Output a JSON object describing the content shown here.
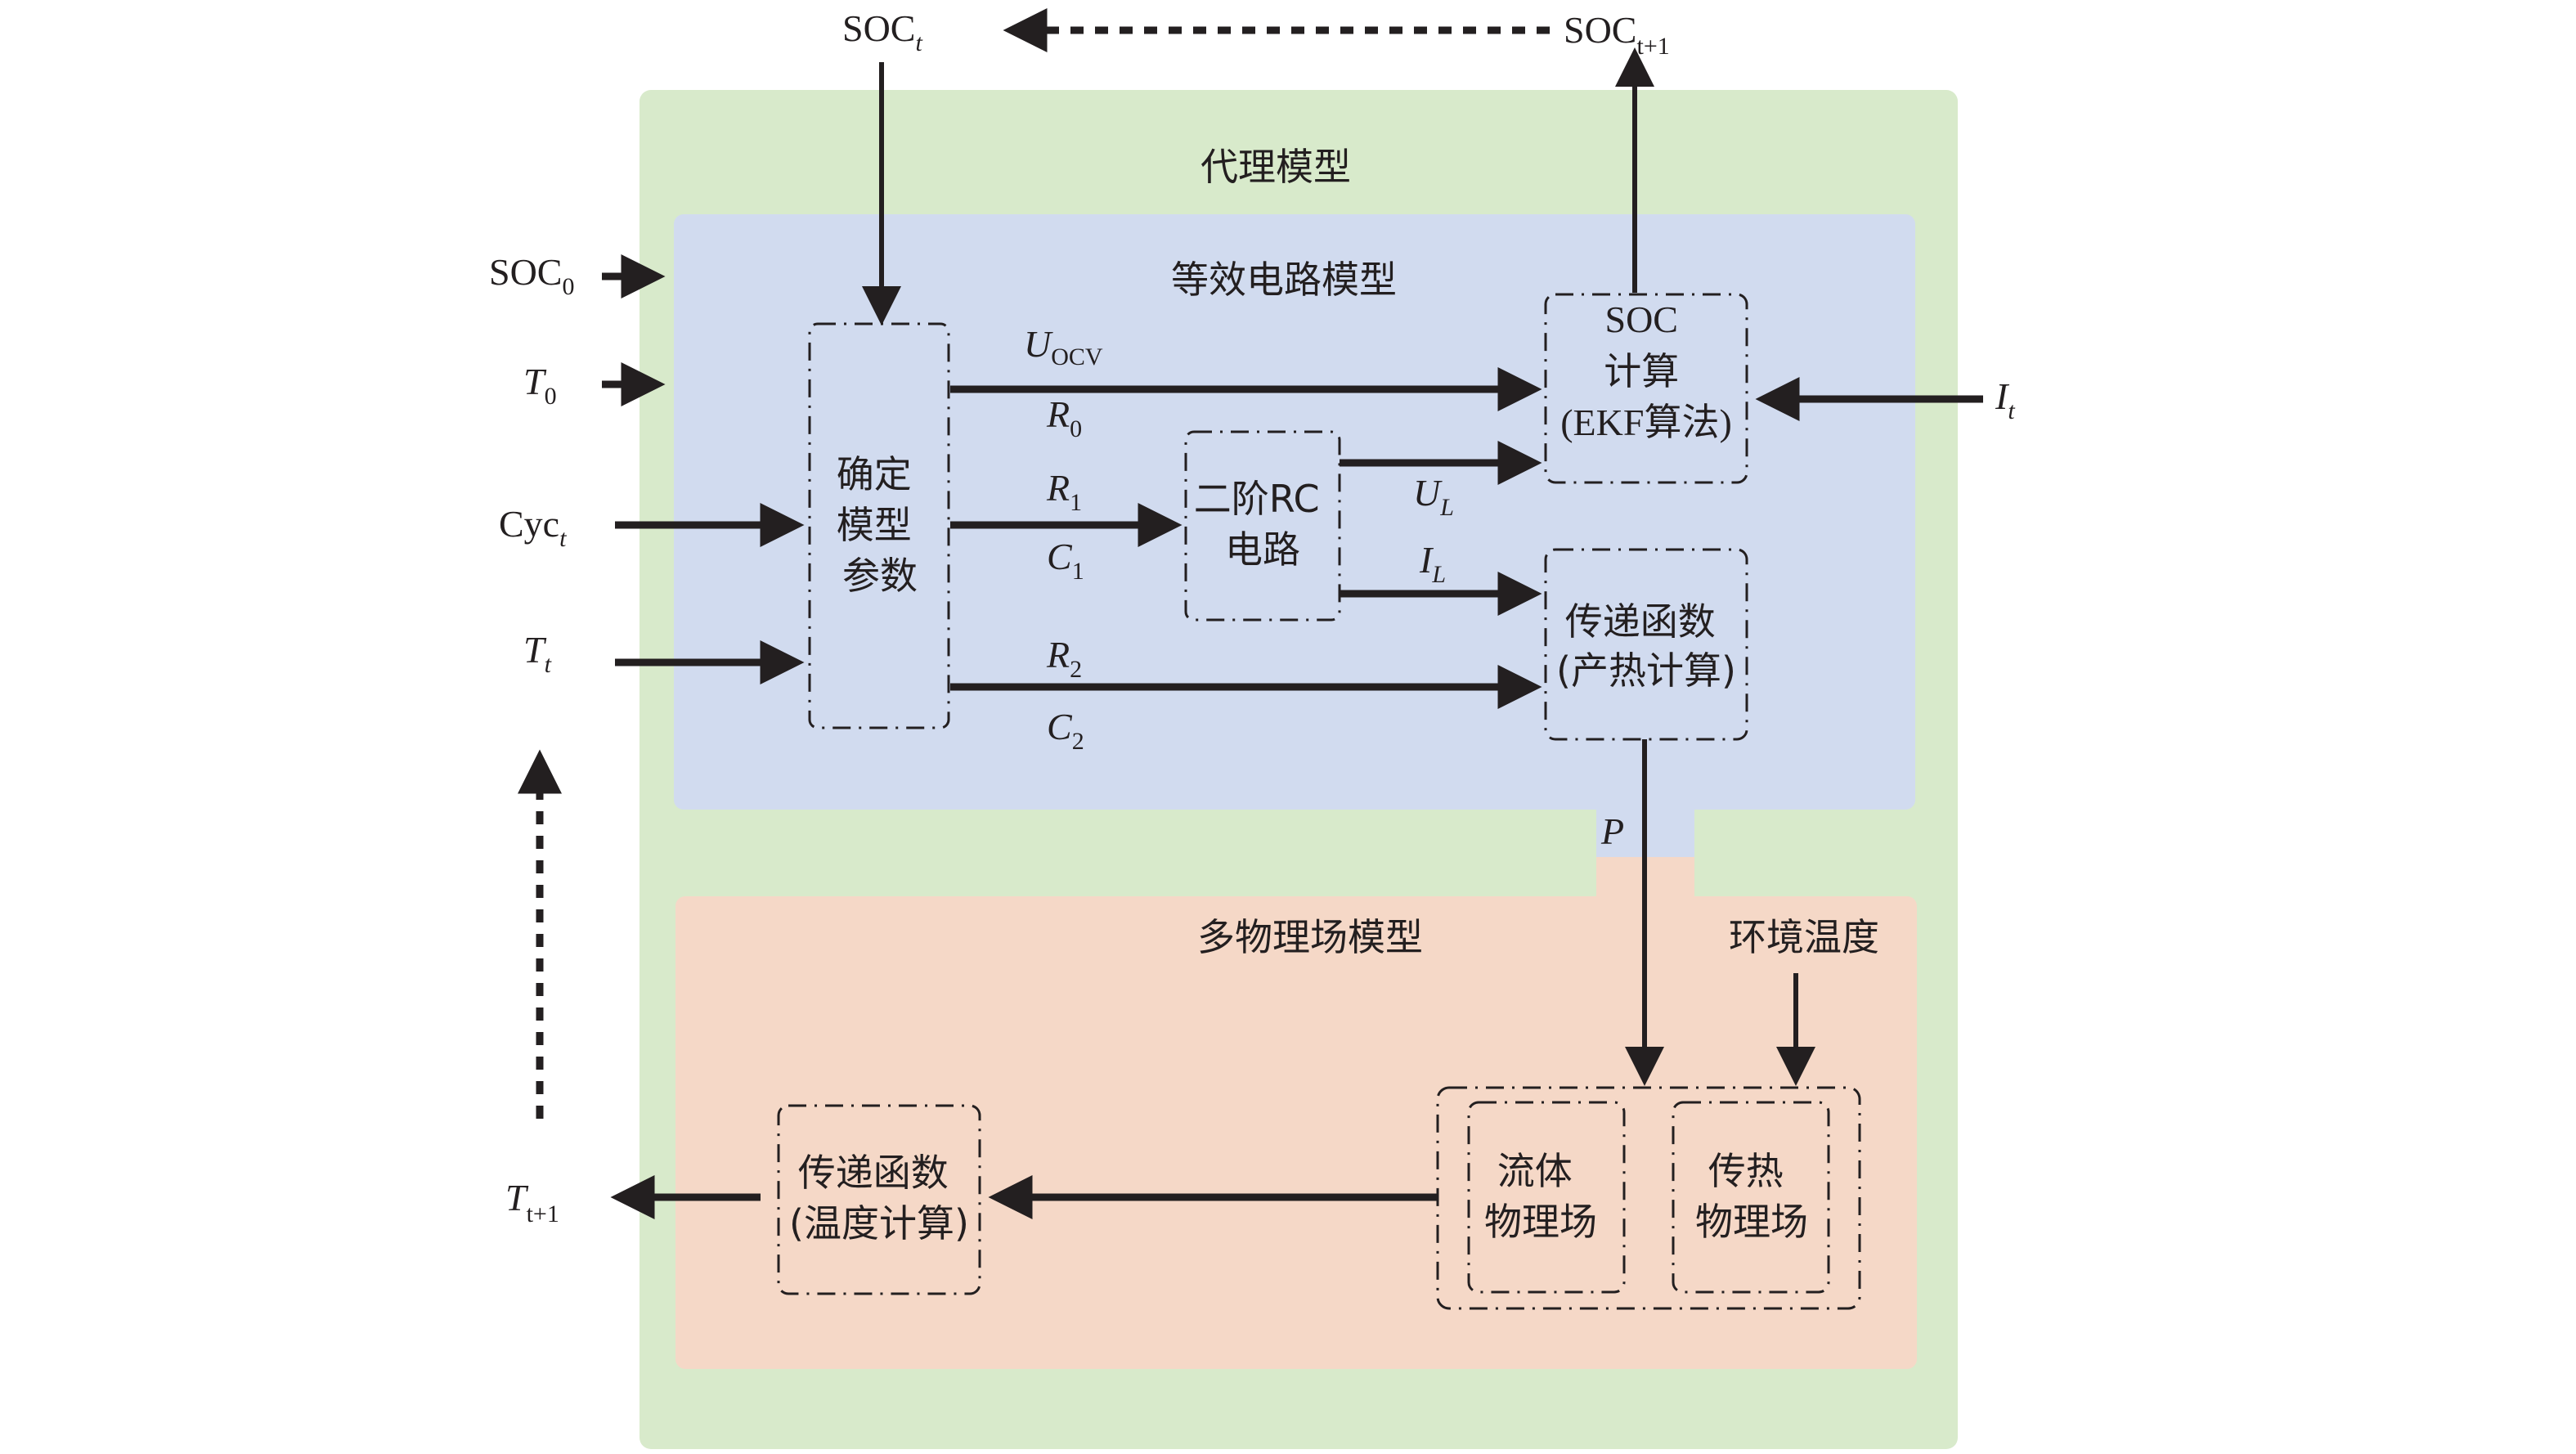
{
  "colors": {
    "surrogate_bg": "#d8eacb",
    "ecm_bg": "#d1dbef",
    "multiphysics_bg": "#f5d8c7",
    "ink": "#231f20"
  },
  "regions": {
    "surrogate": "代理模型",
    "ecm": "等效电路模型",
    "multiphysics": "多物理场模型"
  },
  "inputs": {
    "soc0": {
      "base": "SOC",
      "sub": "0"
    },
    "t0": {
      "base": "T",
      "sub": "0"
    },
    "cyc": {
      "base": "Cyc",
      "sub": "t"
    },
    "tt": {
      "base": "T",
      "sub": "t"
    },
    "it": {
      "base": "I",
      "sub": "t"
    },
    "soc_t": {
      "base": "SOC",
      "sub": "t"
    },
    "soc_t1": {
      "base": "SOC",
      "sub": "t+1"
    },
    "t_t1": {
      "base": "T",
      "sub": "t+1"
    },
    "ambient": "环境温度"
  },
  "boxes": {
    "params": [
      "确定",
      "模型",
      "参数"
    ],
    "rc": [
      "二阶RC",
      "电路"
    ],
    "soc_calc": [
      "SOC",
      "计算",
      "(EKF算法)"
    ],
    "heat_tf": [
      "传递函数",
      "(产热计算)"
    ],
    "fluid": [
      "流体",
      "物理场"
    ],
    "heat_transfer": [
      "传热",
      "物理场"
    ],
    "temp_tf": [
      "传递函数",
      "(温度计算)"
    ]
  },
  "signals": {
    "uocv": {
      "base": "U",
      "sub": "OCV"
    },
    "r0": {
      "base": "R",
      "sub": "0"
    },
    "r1": {
      "base": "R",
      "sub": "1"
    },
    "c1": {
      "base": "C",
      "sub": "1"
    },
    "r2": {
      "base": "R",
      "sub": "2"
    },
    "c2": {
      "base": "C",
      "sub": "2"
    },
    "ul": {
      "base": "U",
      "sub": "L"
    },
    "il": {
      "base": "I",
      "sub": "L"
    },
    "p": "P"
  }
}
